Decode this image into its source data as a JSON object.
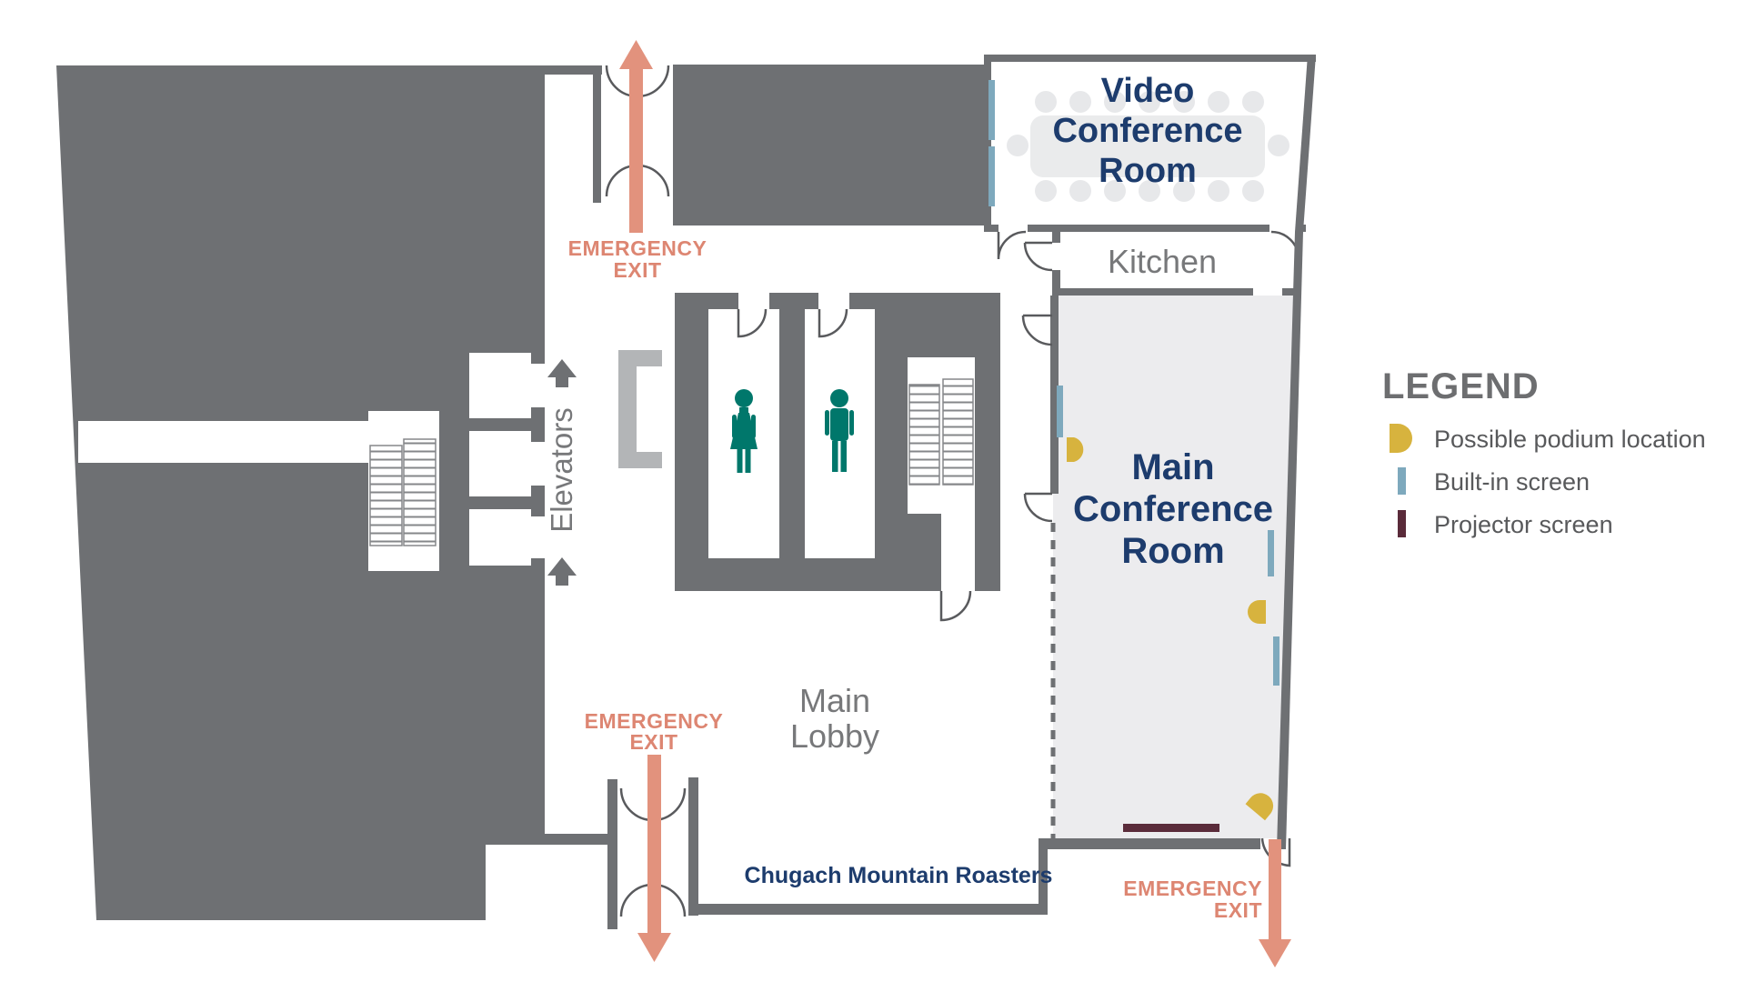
{
  "colors": {
    "wall": "#6e7073",
    "room_fill": "#ececee",
    "navy": "#1d3c6d",
    "gray_label": "#77787a",
    "salmon": "#e2927d",
    "salmon_text": "#dd8672",
    "teal": "#00776b",
    "gold": "#d7b33e",
    "screen_blue": "#7ea9bd",
    "maroon": "#5a2b3a",
    "furniture": "#e7e8ea",
    "bracket": "#b3b5b7",
    "legend_title": "#6d6e70",
    "legend_text": "#58595b",
    "door_stroke": "#595a5d"
  },
  "rooms": {
    "video_conference": {
      "lines": [
        "Video",
        "Conference",
        "Room"
      ]
    },
    "kitchen": {
      "label": "Kitchen"
    },
    "main_conference": {
      "lines": [
        "Main",
        "Conference",
        "Room"
      ]
    },
    "main_lobby": {
      "lines": [
        "Main",
        "Lobby"
      ]
    },
    "elevators": {
      "label": "Elevators"
    },
    "cafe": {
      "label": "Chugach Mountain Roasters"
    }
  },
  "exits": {
    "top": {
      "line1": "EMERGENCY",
      "line2": "EXIT"
    },
    "bottom_left": {
      "line1": "EMERGENCY",
      "line2": "EXIT"
    },
    "bottom_right": {
      "line1": "EMERGENCY",
      "line2": "EXIT"
    }
  },
  "legend": {
    "title": "LEGEND",
    "items": [
      {
        "id": "podium",
        "label": "Possible podium location"
      },
      {
        "id": "built_in_screen",
        "label": "Built-in screen"
      },
      {
        "id": "projector_screen",
        "label": "Projector screen"
      }
    ]
  }
}
